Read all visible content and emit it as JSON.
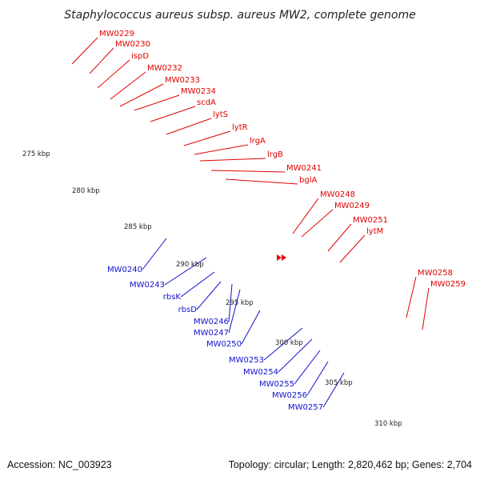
{
  "title": "Staphylococcus aureus subsp. aureus MW2, complete genome",
  "footer": {
    "accession": "Accession: NC_003923",
    "summary": "Topology: circular; Length: 2,820,462 bp; Genes: 2,704"
  },
  "colors": {
    "forward_label": "#e00000",
    "reverse_label": "#1010d0",
    "tick": "#2a8a1e",
    "backbone": "#8c8c8c"
  },
  "ticks": [
    "275 kbp",
    "280 kbp",
    "285 kbp",
    "290 kbp",
    "295 kbp",
    "300 kbp",
    "305 kbp",
    "310 kbp"
  ],
  "forward_labels": [
    "MW0229",
    "MW0230",
    "ispD",
    "MW0232",
    "MW0233",
    "MW0234",
    "scdA",
    "lytS",
    "lytR",
    "lrgA",
    "lrgB",
    "MW0241",
    "bglA",
    "MW0248",
    "MW0249",
    "MW0251",
    "lytM",
    "MW0258",
    "MW0259"
  ],
  "reverse_labels": [
    "MW0240",
    "MW0243",
    "rbsK",
    "rbsD",
    "MW0246",
    "MW0247",
    "MW0250",
    "MW0253",
    "MW0254",
    "MW0255",
    "MW0256",
    "MW0257"
  ]
}
